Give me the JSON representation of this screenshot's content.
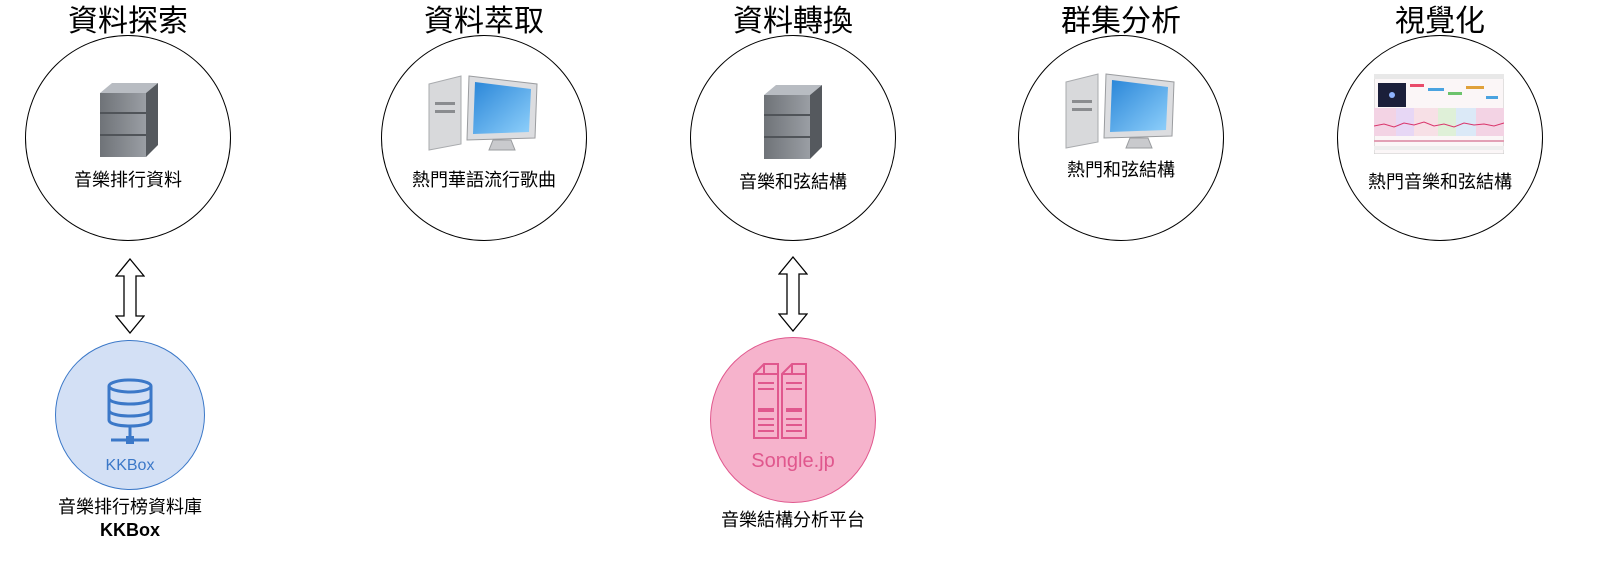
{
  "stages": [
    {
      "title": "資料探索",
      "node_label": "音樂排行資料",
      "icon": "server-tower-icon"
    },
    {
      "title": "資料萃取",
      "node_label": "熱門華語流行歌曲",
      "icon": "desktop-computer-icon"
    },
    {
      "title": "資料轉換",
      "node_label": "音樂和弦結構",
      "icon": "server-tower-icon"
    },
    {
      "title": "群集分析",
      "node_label": "熱門和弦結構",
      "icon": "desktop-computer-icon"
    },
    {
      "title": "視覺化",
      "node_label": "熱門音樂和弦結構",
      "icon": "visualization-screenshot-icon"
    }
  ],
  "sources": [
    {
      "name": "KKBox",
      "caption_line1": "音樂排行榜資料庫",
      "caption_line2": "KKBox",
      "icon": "database-icon",
      "color": "#3b78c8",
      "fill": "#d3e0f5"
    },
    {
      "name": "Songle.jp",
      "caption_line1": "音樂結構分析平台",
      "caption_line2": "",
      "icon": "server-rack-icon",
      "color": "#e0578d",
      "fill": "#f6b3cc"
    }
  ],
  "arrows": [
    {
      "icon": "bidirectional-arrow-icon"
    },
    {
      "icon": "bidirectional-arrow-icon"
    }
  ]
}
